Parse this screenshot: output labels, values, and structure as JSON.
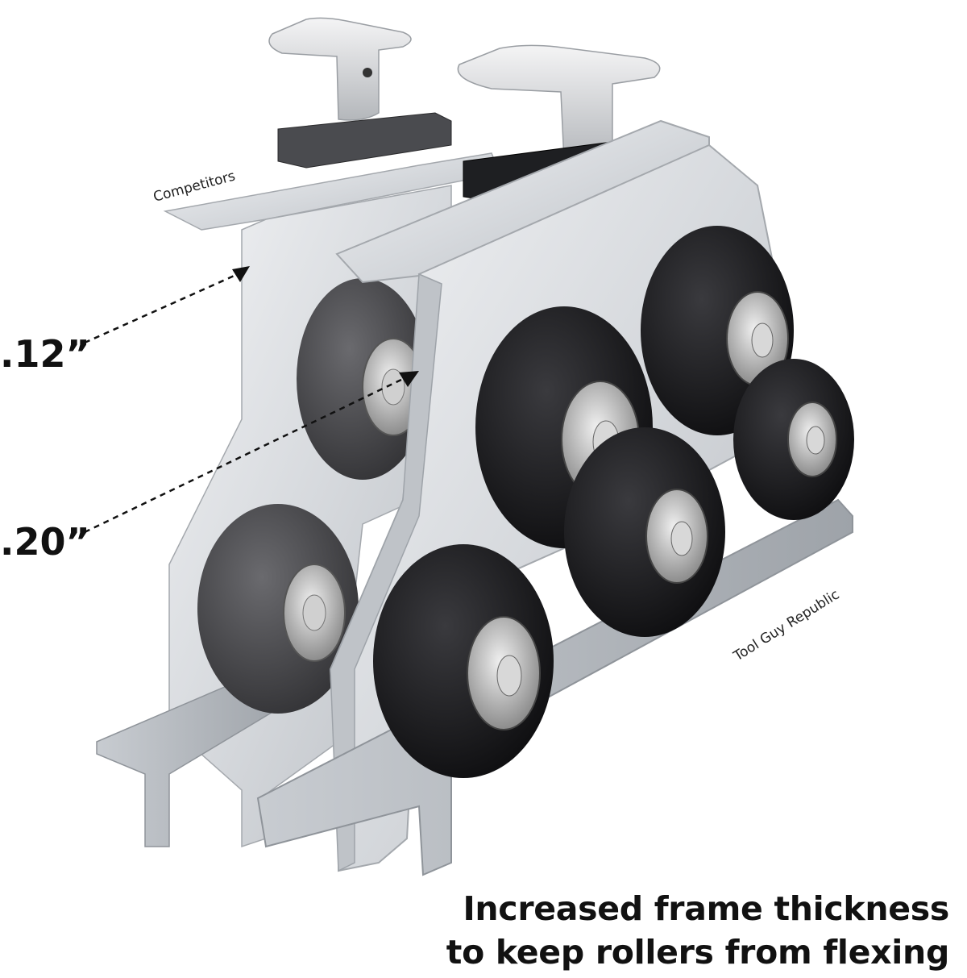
{
  "labels": {
    "competitors": "Competitors",
    "brand": "Tool Guy Republic"
  },
  "dimensions": {
    "thin": ".12”",
    "thick": ".20”"
  },
  "caption": {
    "line1": "Increased frame thickness",
    "line2": "to keep rollers from flexing"
  },
  "colors": {
    "background": "#ffffff",
    "aluminum": "#d9dce0",
    "roller_black": "#1c1c1e",
    "roller_gray": "#4a4a4d",
    "text": "#111111"
  }
}
